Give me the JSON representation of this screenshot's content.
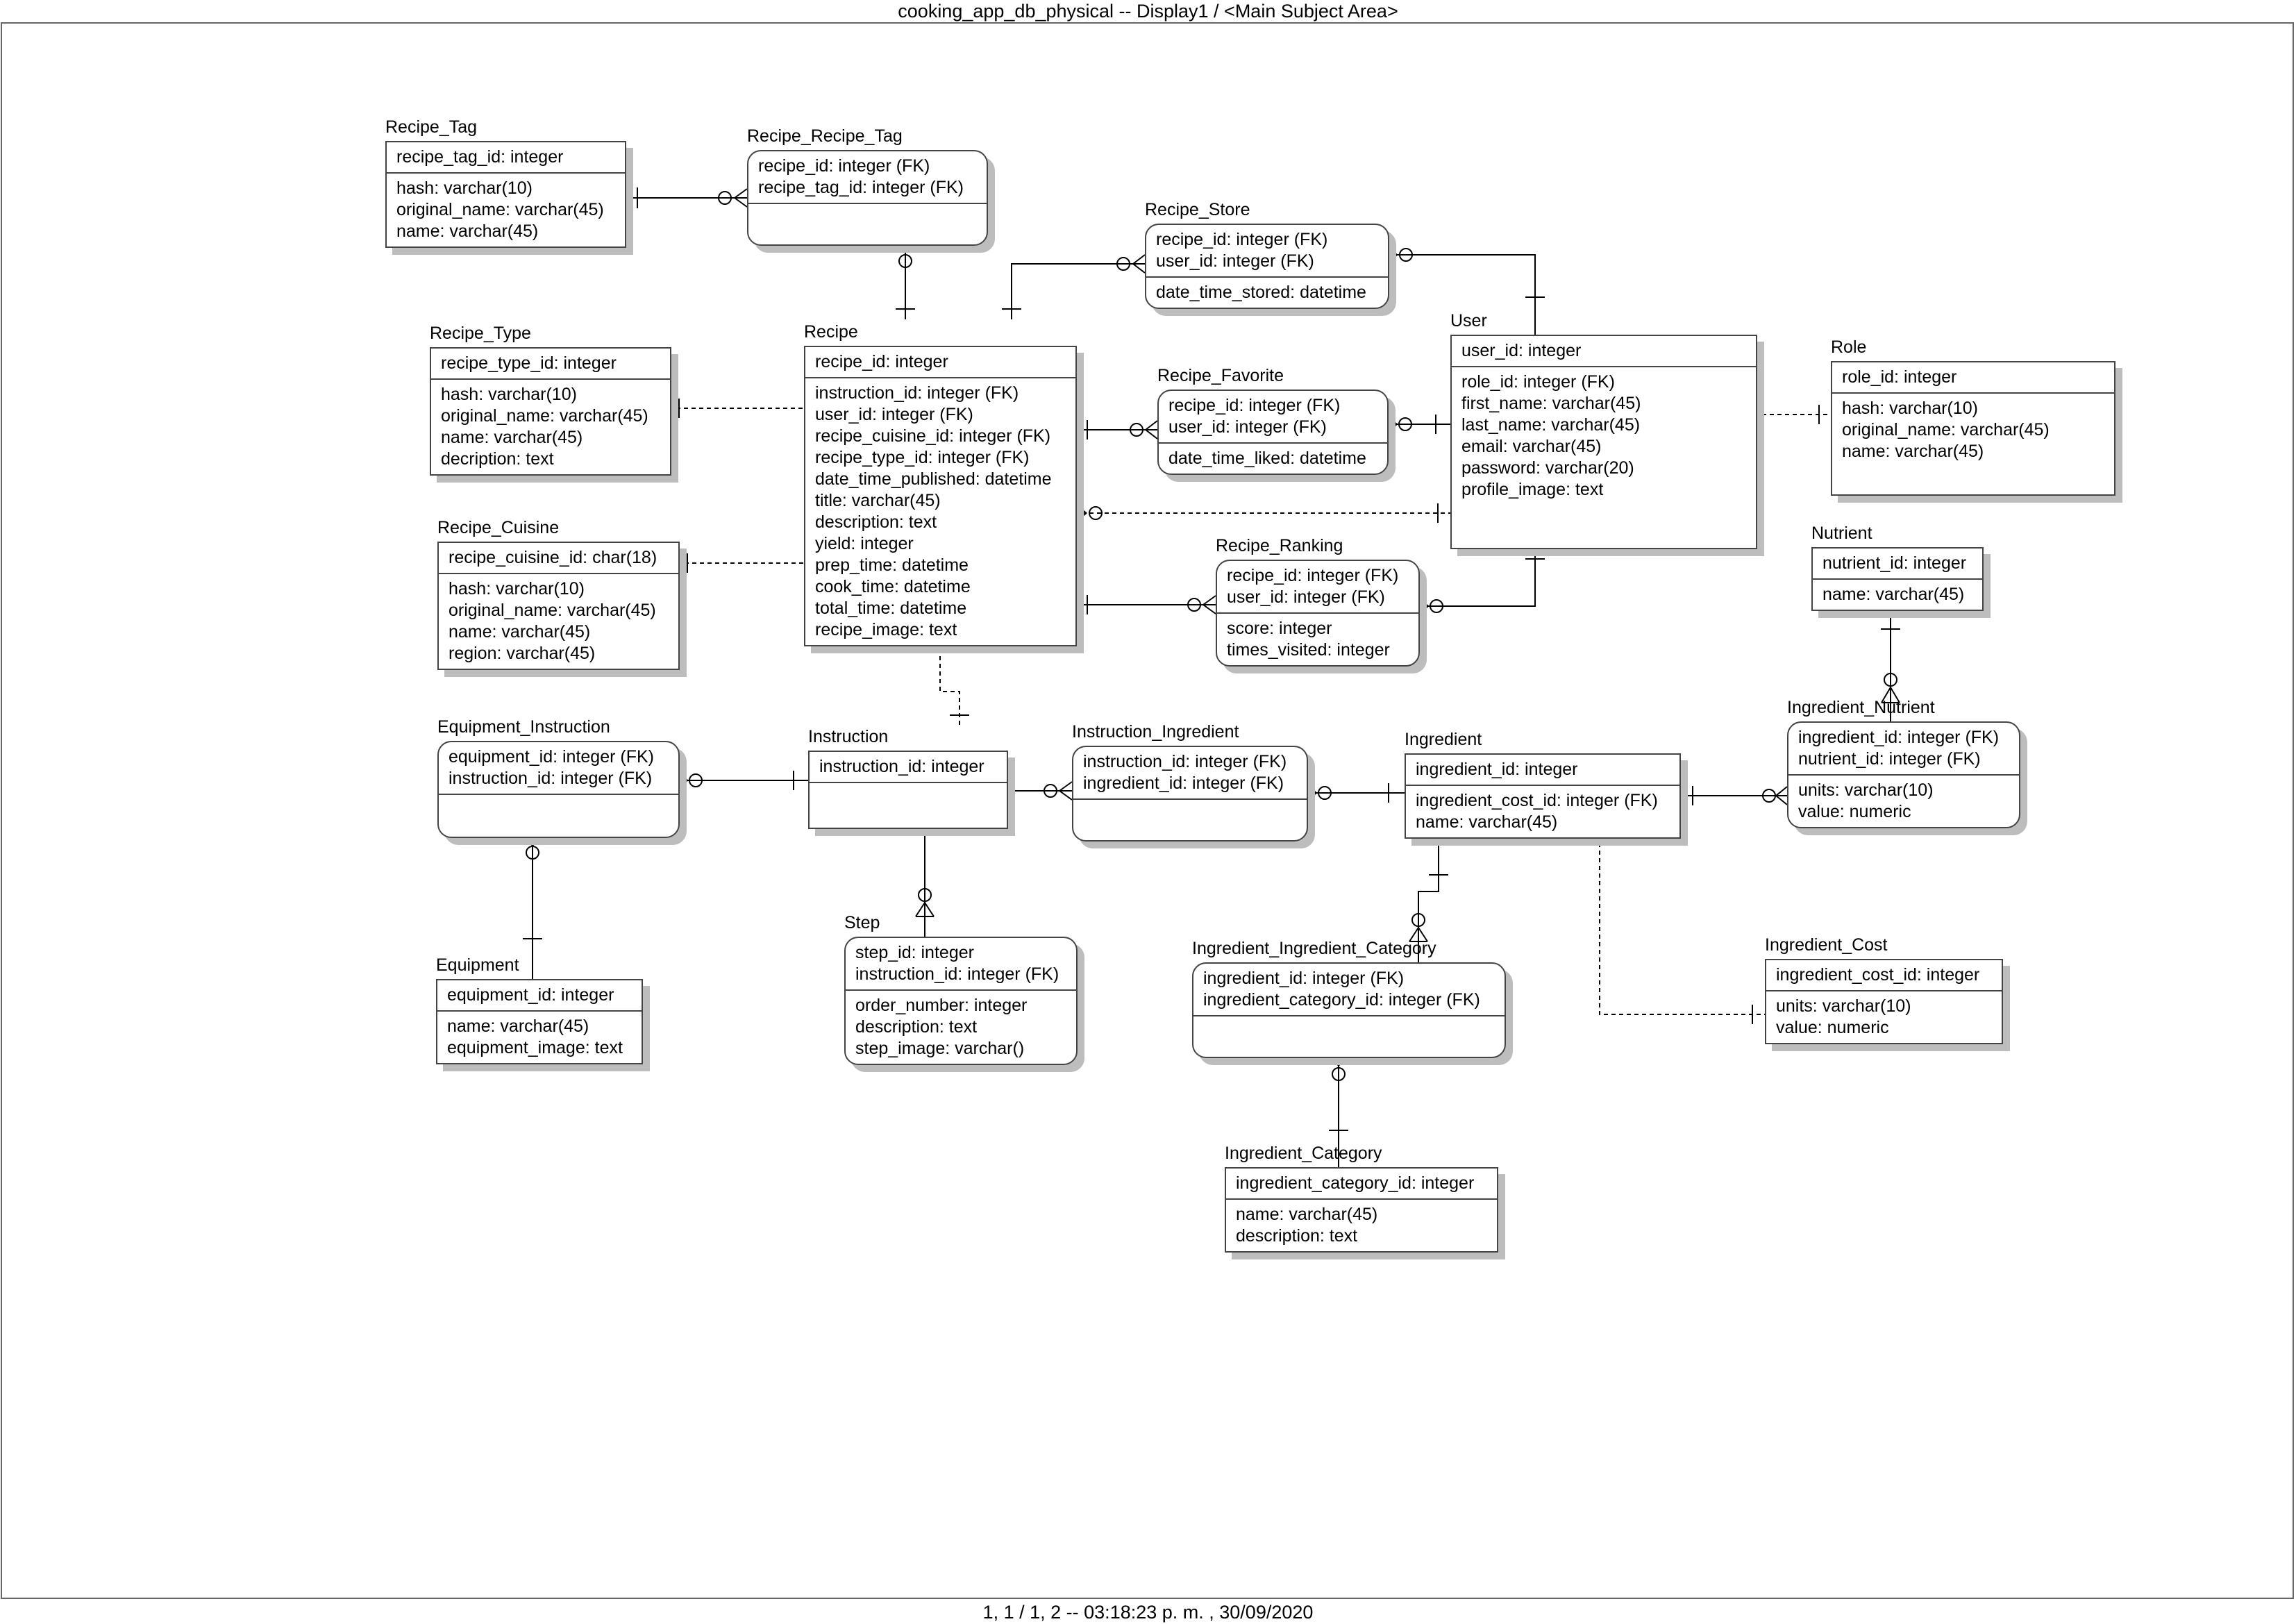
{
  "header": "cooking_app_db_physical -- Display1 / <Main Subject Area>",
  "footer": "1, 1  / 1, 2  -- 03:18:23 p. m. , 30/09/2020",
  "entities": [
    {
      "id": "recipe_tag",
      "name": "Recipe_Tag",
      "keys": [
        "recipe_tag_id: integer"
      ],
      "attrs": [
        "hash: varchar(10)",
        "original_name: varchar(45)",
        "name: varchar(45)"
      ]
    },
    {
      "id": "recipe_recipe_tag",
      "name": "Recipe_Recipe_Tag",
      "keys": [
        "recipe_id: integer (FK)",
        "recipe_tag_id: integer (FK)"
      ],
      "attrs": []
    },
    {
      "id": "recipe_store",
      "name": "Recipe_Store",
      "keys": [
        "recipe_id: integer (FK)",
        "user_id: integer (FK)"
      ],
      "attrs": [
        "date_time_stored: datetime"
      ]
    },
    {
      "id": "user",
      "name": "User",
      "keys": [
        "user_id: integer"
      ],
      "attrs": [
        "role_id: integer (FK)",
        "first_name: varchar(45)",
        "last_name: varchar(45)",
        "email: varchar(45)",
        "password: varchar(20)",
        "profile_image: text"
      ]
    },
    {
      "id": "role",
      "name": "Role",
      "keys": [
        "role_id: integer"
      ],
      "attrs": [
        "hash: varchar(10)",
        "original_name: varchar(45)",
        "name: varchar(45)"
      ]
    },
    {
      "id": "recipe_type",
      "name": "Recipe_Type",
      "keys": [
        "recipe_type_id: integer"
      ],
      "attrs": [
        "hash: varchar(10)",
        "original_name: varchar(45)",
        "name: varchar(45)",
        "decription: text"
      ]
    },
    {
      "id": "recipe",
      "name": "Recipe",
      "keys": [
        "recipe_id: integer"
      ],
      "attrs": [
        "instruction_id: integer (FK)",
        "user_id: integer (FK)",
        "recipe_cuisine_id: integer (FK)",
        "recipe_type_id: integer (FK)",
        "date_time_published: datetime",
        "title: varchar(45)",
        "description: text",
        "yield: integer",
        "prep_time: datetime",
        "cook_time: datetime",
        "total_time: datetime",
        "recipe_image: text"
      ]
    },
    {
      "id": "recipe_favorite",
      "name": "Recipe_Favorite",
      "keys": [
        "recipe_id: integer (FK)",
        "user_id: integer (FK)"
      ],
      "attrs": [
        "date_time_liked: datetime"
      ]
    },
    {
      "id": "recipe_cuisine",
      "name": "Recipe_Cuisine",
      "keys": [
        "recipe_cuisine_id: char(18)"
      ],
      "attrs": [
        "hash: varchar(10)",
        "original_name: varchar(45)",
        "name: varchar(45)",
        "region: varchar(45)"
      ]
    },
    {
      "id": "recipe_ranking",
      "name": "Recipe_Ranking",
      "keys": [
        "recipe_id: integer (FK)",
        "user_id: integer (FK)"
      ],
      "attrs": [
        "score: integer",
        "times_visited: integer"
      ]
    },
    {
      "id": "nutrient",
      "name": "Nutrient",
      "keys": [
        "nutrient_id: integer"
      ],
      "attrs": [
        "name: varchar(45)"
      ]
    },
    {
      "id": "equipment_instruction",
      "name": "Equipment_Instruction",
      "keys": [
        "equipment_id: integer (FK)",
        "instruction_id: integer (FK)"
      ],
      "attrs": []
    },
    {
      "id": "instruction",
      "name": "Instruction",
      "keys": [
        "instruction_id: integer"
      ],
      "attrs": []
    },
    {
      "id": "instruction_ingredient",
      "name": "Instruction_Ingredient",
      "keys": [
        "instruction_id: integer (FK)",
        "ingredient_id: integer (FK)"
      ],
      "attrs": []
    },
    {
      "id": "ingredient",
      "name": "Ingredient",
      "keys": [
        "ingredient_id: integer"
      ],
      "attrs": [
        "ingredient_cost_id: integer (FK)",
        "name: varchar(45)"
      ]
    },
    {
      "id": "ingredient_nutrient",
      "name": "Ingredient_Nutrient",
      "keys": [
        "ingredient_id: integer (FK)",
        "nutrient_id: integer (FK)"
      ],
      "attrs": [
        "units: varchar(10)",
        "value: numeric"
      ]
    },
    {
      "id": "equipment",
      "name": "Equipment",
      "keys": [
        "equipment_id: integer"
      ],
      "attrs": [
        "name: varchar(45)",
        "equipment_image: text"
      ]
    },
    {
      "id": "step",
      "name": "Step",
      "keys": [
        "step_id: integer",
        "instruction_id: integer (FK)"
      ],
      "attrs": [
        "order_number: integer",
        "description: text",
        "step_image: varchar()"
      ]
    },
    {
      "id": "ingredient_ingredient_category",
      "name": "Ingredient_Ingredient_Category",
      "keys": [
        "ingredient_id: integer (FK)",
        "ingredient_category_id: integer (FK)"
      ],
      "attrs": []
    },
    {
      "id": "ingredient_cost",
      "name": "Ingredient_Cost",
      "keys": [
        "ingredient_cost_id: integer"
      ],
      "attrs": [
        "units: varchar(10)",
        "value: numeric"
      ]
    },
    {
      "id": "ingredient_category",
      "name": "Ingredient_Category",
      "keys": [
        "ingredient_category_id: integer"
      ],
      "attrs": [
        "name: varchar(45)",
        "description: text"
      ]
    }
  ]
}
